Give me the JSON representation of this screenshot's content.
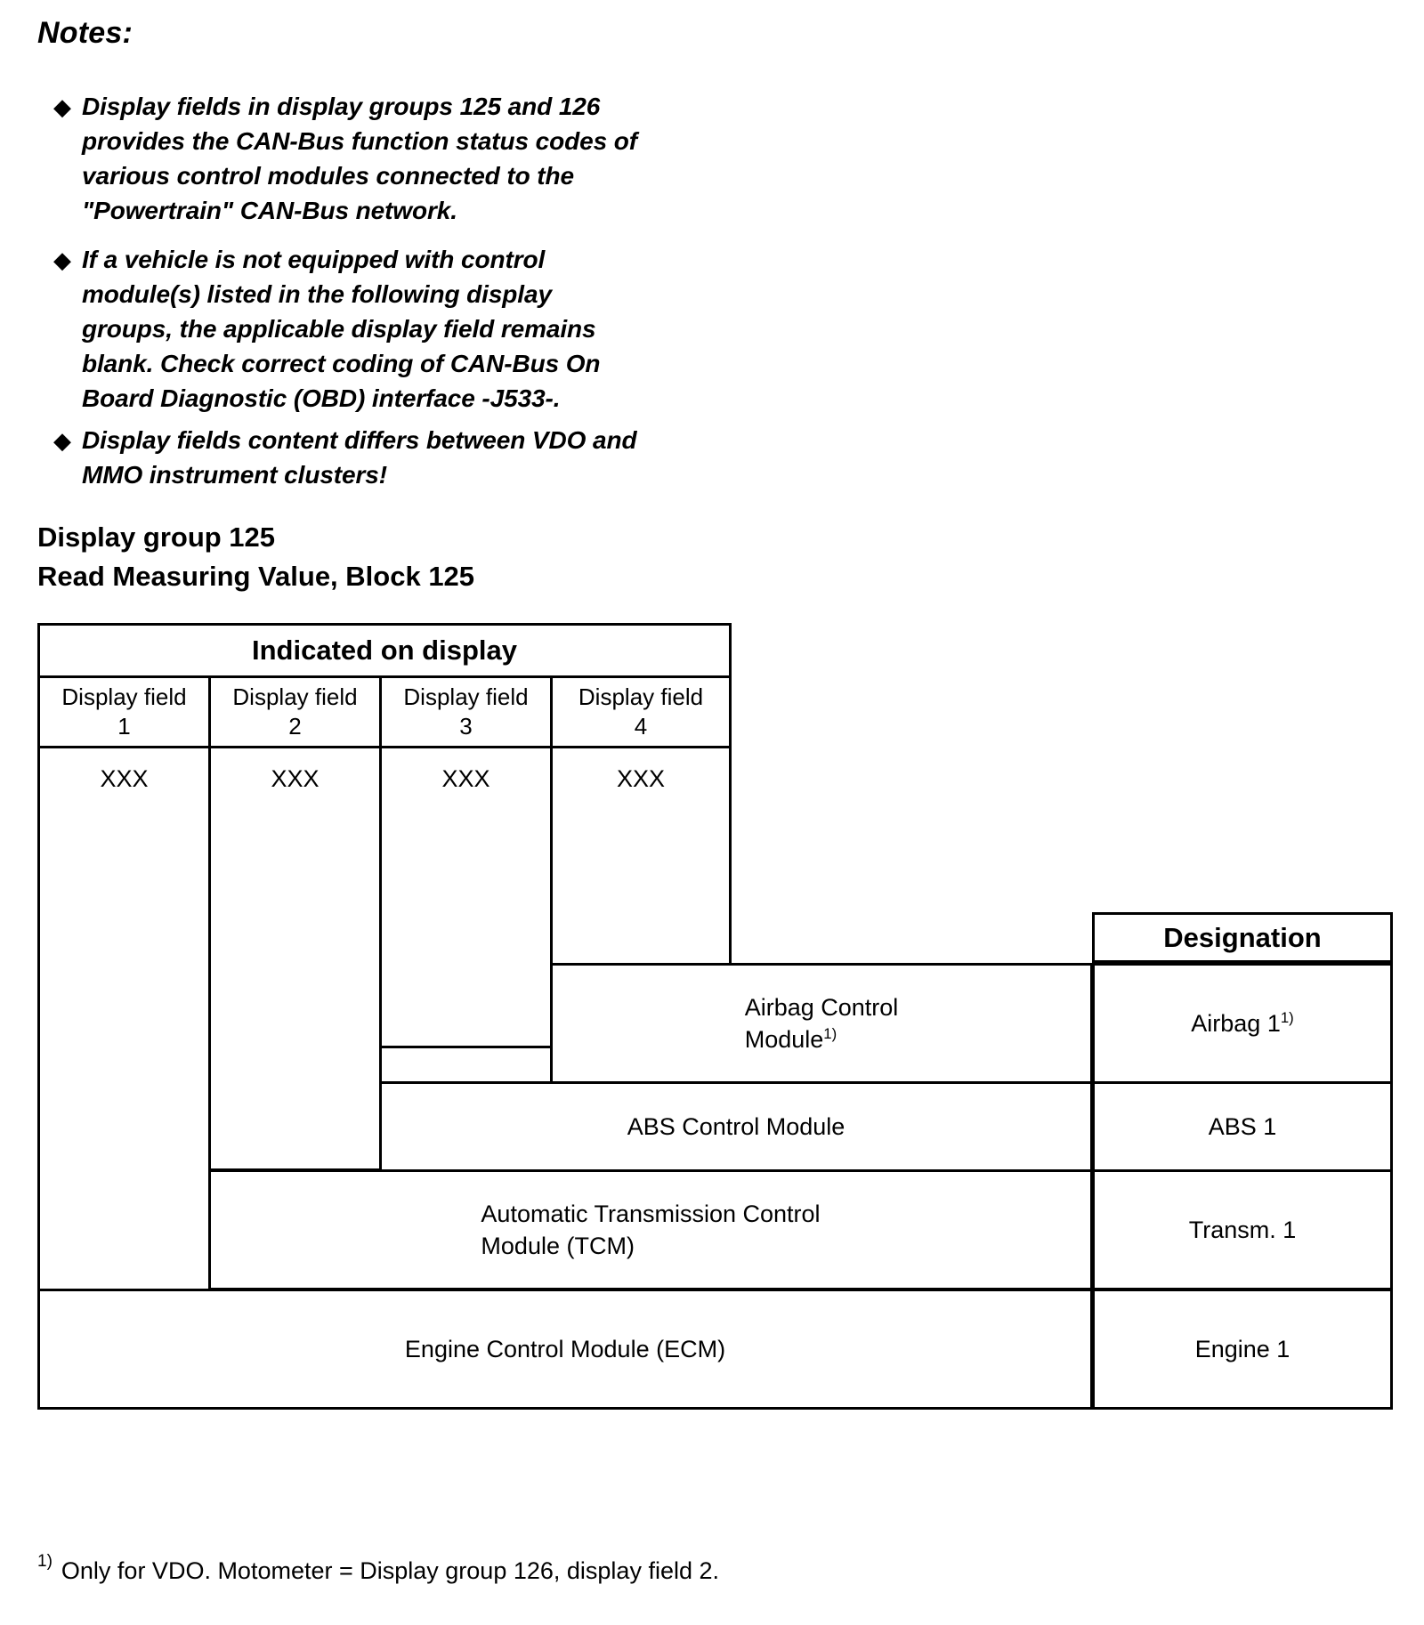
{
  "notes": {
    "title": "Notes:",
    "bullet_glyph": "◆",
    "items": [
      "Display fields in display groups 125 and 126 provides the CAN-Bus function status codes of various control modules connected to the \"Powertrain\" CAN-Bus network.",
      "If a vehicle is not equipped with control module(s) listed in the following display groups, the applicable display field remains blank. Check correct coding of CAN-Bus On Board Diagnostic (OBD) interface -J533-.",
      "Display fields content differs between VDO and MMO instrument clusters!"
    ]
  },
  "headings": {
    "line1": "Display group 125",
    "line2": "Read Measuring Value, Block 125"
  },
  "table": {
    "group_header": "Indicated on display",
    "designation_header": "Designation",
    "display_fields": [
      {
        "label": "Display field",
        "number": "1",
        "value": "XXX"
      },
      {
        "label": "Display field",
        "number": "2",
        "value": "XXX"
      },
      {
        "label": "Display field",
        "number": "3",
        "value": "XXX"
      },
      {
        "label": "Display field",
        "number": "4",
        "value": "XXX"
      }
    ],
    "modules": [
      {
        "name_line1": "Airbag Control",
        "name_line2": "Module",
        "name_footnote": "1)",
        "designation": "Airbag 1",
        "designation_footnote": "1)",
        "spans_fields": [
          4
        ]
      },
      {
        "name_line1": "ABS Control Module",
        "name_line2": "",
        "name_footnote": "",
        "designation": "ABS 1",
        "designation_footnote": "",
        "spans_fields": [
          3,
          4
        ]
      },
      {
        "name_line1": "Automatic Transmission Control",
        "name_line2": "Module (TCM)",
        "name_footnote": "",
        "designation": "Transm. 1",
        "designation_footnote": "",
        "spans_fields": [
          2,
          3,
          4
        ]
      },
      {
        "name_line1": "Engine Control Module (ECM)",
        "name_line2": "",
        "name_footnote": "",
        "designation": "Engine 1",
        "designation_footnote": "",
        "spans_fields": [
          1,
          2,
          3,
          4
        ]
      }
    ]
  },
  "footnote": {
    "mark": "1)",
    "text": "Only for VDO. Motometer = Display group 126, display field 2."
  }
}
